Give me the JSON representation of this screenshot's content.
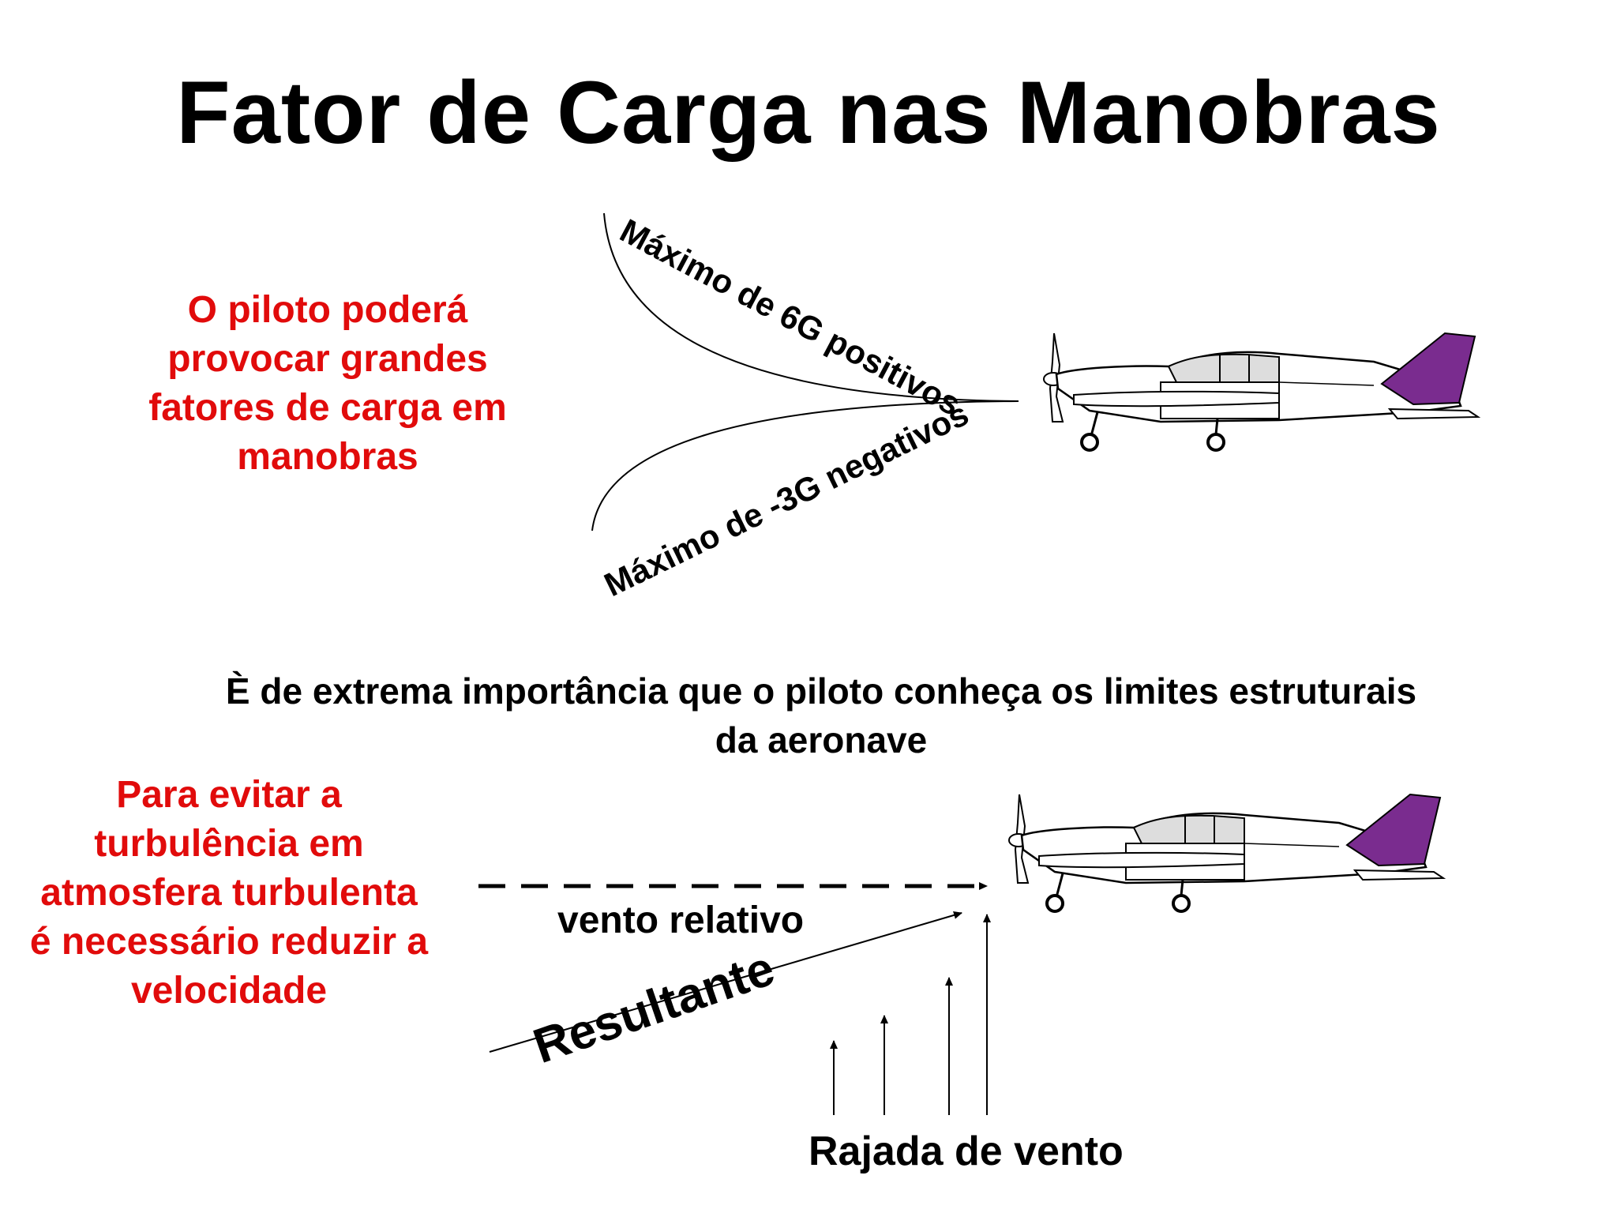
{
  "title": "Fator de Carga nas Manobras",
  "top_left_text": [
    "O piloto poderá",
    "provocar grandes",
    "fatores de carga em",
    "manobras"
  ],
  "positive_limit_label": "Máximo de 6G positivos",
  "negative_limit_label": "Máximo de -3G negativos",
  "importance_text": [
    "È de extrema importância que o piloto conheça os limites estruturais",
    "da aeronave"
  ],
  "bottom_left_text": [
    "Para evitar a",
    "turbulência em",
    "atmosfera turbulenta",
    "é necessário reduzir a",
    "velocidade"
  ],
  "relative_wind_label": "vento relativo",
  "resultant_label": "Resultante",
  "gust_label": "Rajada de vento",
  "colors": {
    "red_text": "#e10b0b",
    "tail": "#7a2c8f",
    "ink": "#000000"
  },
  "icons": [
    "airplane-icon-top",
    "airplane-icon-bottom"
  ]
}
